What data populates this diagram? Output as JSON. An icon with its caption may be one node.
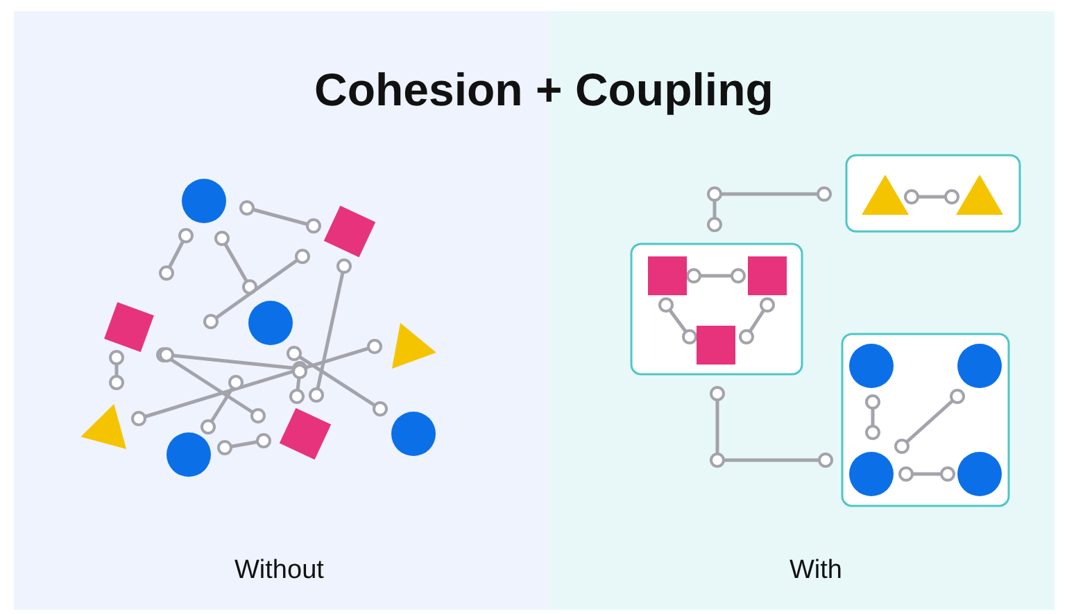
{
  "diagram": {
    "title": "Cohesion + Coupling",
    "labels": [
      "Without",
      "With"
    ]
  }
}
